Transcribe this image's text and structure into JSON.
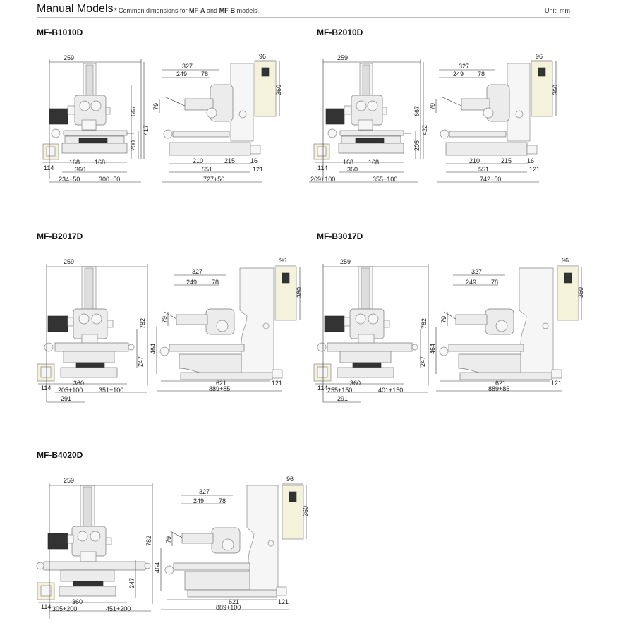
{
  "header": {
    "title": "Manual Models",
    "note_prefix": "* Common dimensions for ",
    "note_a": "MF-A",
    "note_and": " and ",
    "note_b": "MF-B",
    "note_suffix": " models.",
    "unit": "Unit: mm"
  },
  "models": [
    {
      "name": "MF-B1010D",
      "front": {
        "width_top": "259",
        "height": "667",
        "stage_h": "417",
        "base_h": "200",
        "pad": "114",
        "half_l": "168",
        "half_r": "168",
        "base_w": "360",
        "travel_l": "234+50",
        "travel_r": "300+50"
      },
      "side": {
        "w1": "327",
        "w2": "249",
        "w3": "78",
        "h1": "79",
        "d1": "210",
        "d2": "215",
        "d3": "16",
        "depth": "551",
        "foot": "121",
        "total": "727+50",
        "panel_w": "96",
        "panel_h": "360"
      }
    },
    {
      "name": "MF-B2010D",
      "front": {
        "width_top": "259",
        "height": "667",
        "stage_h": "422",
        "base_h": "205",
        "pad": "114",
        "half_l": "168",
        "half_r": "168",
        "base_w": "360",
        "travel_l": "269+100",
        "travel_r": "355+100"
      },
      "side": {
        "w1": "327",
        "w2": "249",
        "w3": "78",
        "h1": "79",
        "d1": "210",
        "d2": "215",
        "d3": "16",
        "depth": "551",
        "foot": "121",
        "total": "742+50",
        "panel_w": "96",
        "panel_h": "360"
      }
    },
    {
      "name": "MF-B2017D",
      "front": {
        "width_top": "259",
        "height": "782",
        "stage_h": "464",
        "base_h": "247",
        "pad": "114",
        "base_w": "360",
        "travel_l": "205+100",
        "travel_r": "351+100",
        "offset": "291"
      },
      "side": {
        "w1": "327",
        "w2": "249",
        "w3": "78",
        "h1": "79",
        "depth": "621",
        "foot": "121",
        "total": "889+85",
        "panel_w": "96",
        "panel_h": "360"
      }
    },
    {
      "name": "MF-B3017D",
      "front": {
        "width_top": "259",
        "height": "782",
        "stage_h": "464",
        "base_h": "247",
        "pad": "114",
        "base_w": "360",
        "travel_l": "255+150",
        "travel_r": "401+150",
        "offset": "291"
      },
      "side": {
        "w1": "327",
        "w2": "249",
        "w3": "78",
        "h1": "79",
        "depth": "621",
        "foot": "121",
        "total": "889+85",
        "panel_w": "96",
        "panel_h": "360"
      }
    },
    {
      "name": "MF-B4020D",
      "front": {
        "width_top": "259",
        "height": "782",
        "stage_h": "464",
        "base_h": "247",
        "pad": "114",
        "base_w": "360",
        "travel_l": "305+200",
        "travel_r": "451+200"
      },
      "side": {
        "w1": "327",
        "w2": "249",
        "w3": "78",
        "h1": "79",
        "depth": "621",
        "foot": "121",
        "total": "889+100",
        "panel_w": "96",
        "panel_h": "360"
      }
    }
  ]
}
